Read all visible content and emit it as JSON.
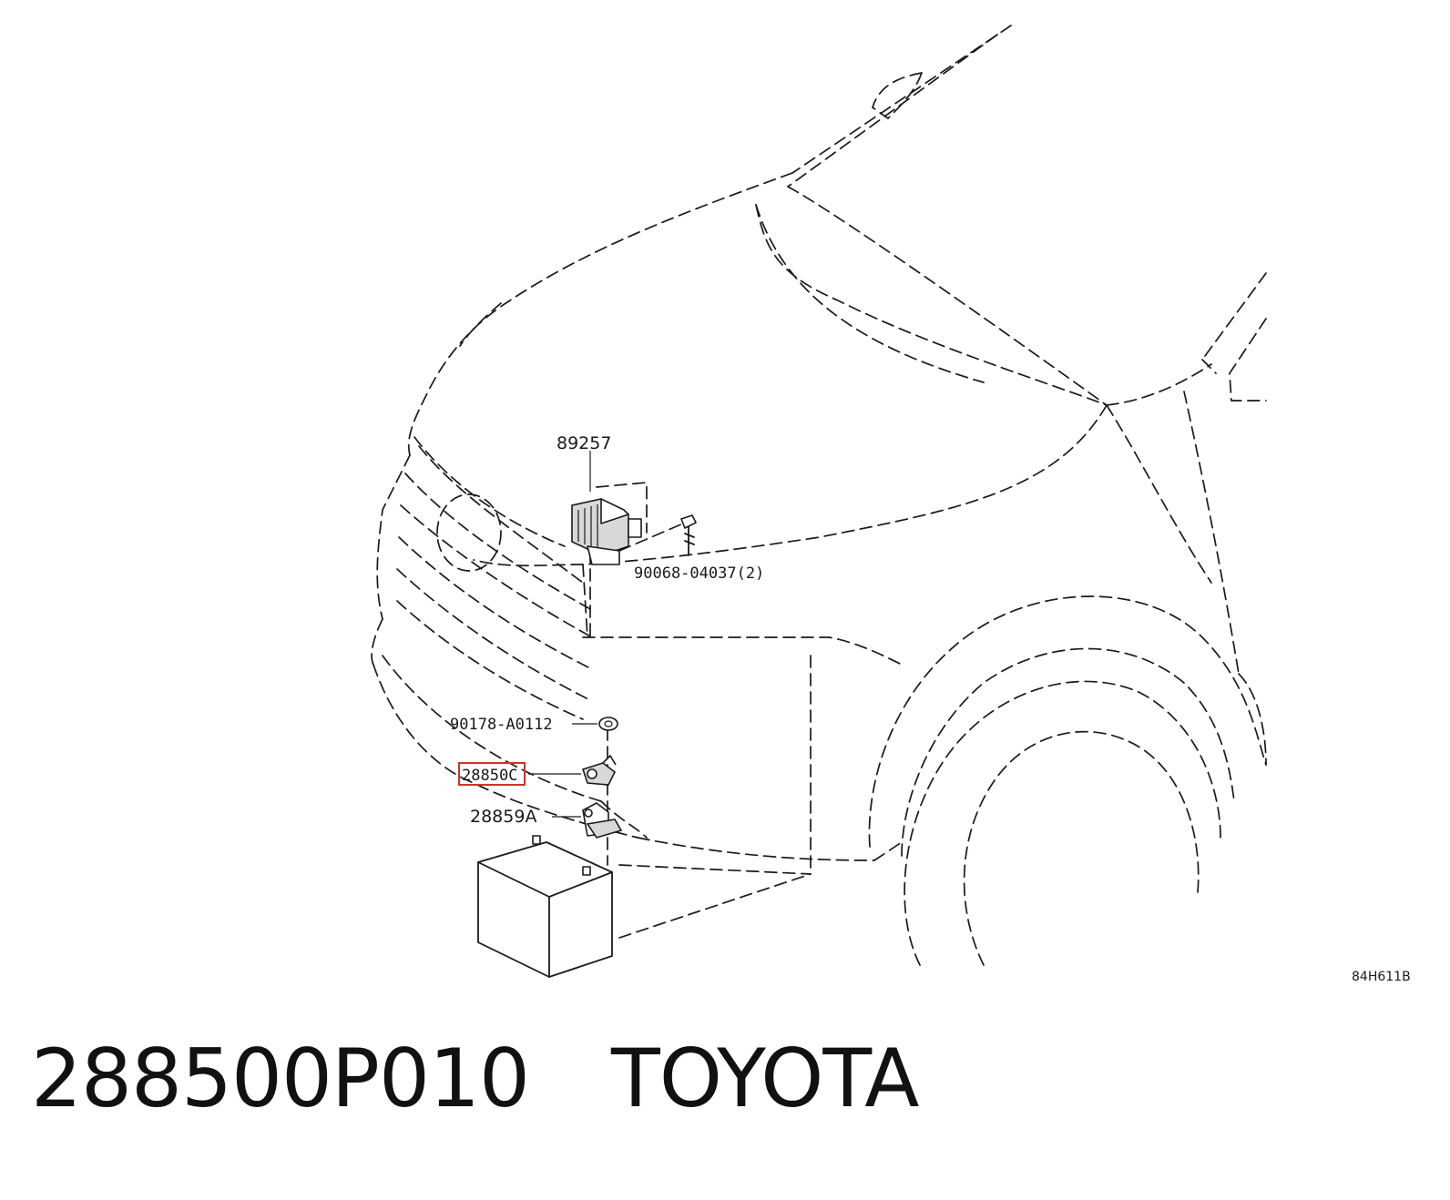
{
  "diagram": {
    "callouts": {
      "relay_box": "89257",
      "bolt": "90068-04037(2)",
      "nut": "90178-A0112",
      "highlighted_part": "28850C",
      "bracket": "28859A"
    },
    "drawing_code": "84H611B",
    "highlight_color": "#d0312d"
  },
  "caption": {
    "part_number": "288500P010",
    "brand": "TOYOTA"
  }
}
